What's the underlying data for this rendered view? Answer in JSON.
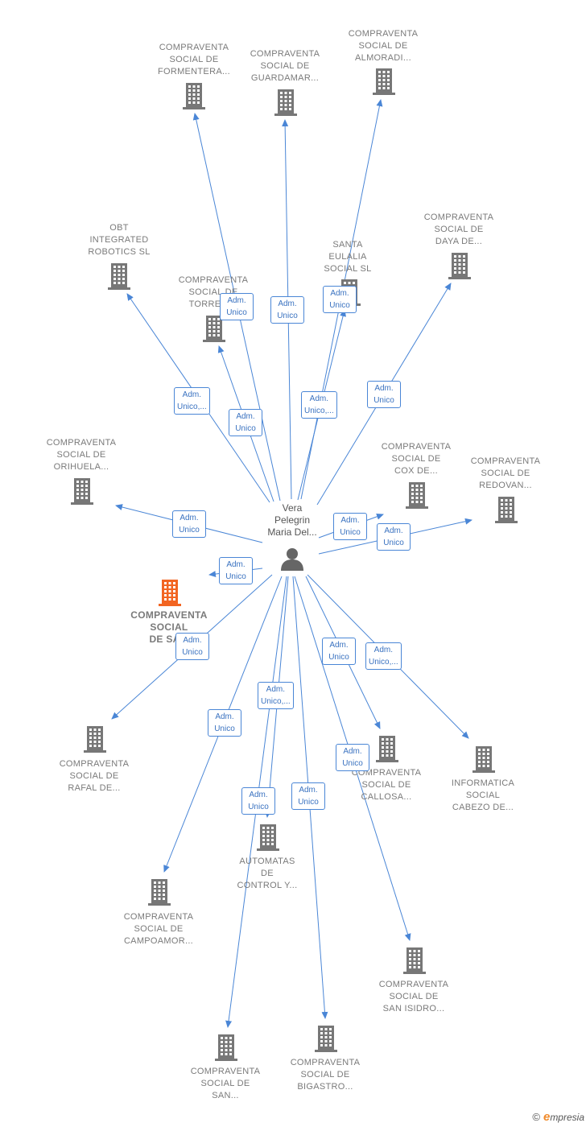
{
  "center": {
    "label": "Vera\nPelegrin\nMaria Del..."
  },
  "colors": {
    "edge": "#4a86d6",
    "building": "#777777",
    "highlight": "#f26522"
  },
  "nodes": [
    {
      "id": "formentera",
      "label": "COMPRAVENTA\nSOCIAL DE\nFORMENTERA..."
    },
    {
      "id": "guardamar",
      "label": "COMPRAVENTA\nSOCIAL DE\nGUARDAMAR..."
    },
    {
      "id": "almoradi",
      "label": "COMPRAVENTA\nSOCIAL DE\nALMORADI..."
    },
    {
      "id": "obt",
      "label": "OBT\nINTEGRATED\nROBOTICS  SL"
    },
    {
      "id": "torrevieja",
      "label": "COMPRAVENTA\nSOCIAL DE\nTORREVI..."
    },
    {
      "id": "santa",
      "label": "SANTA\nEULALIA\nSOCIAL  SL"
    },
    {
      "id": "daya",
      "label": "COMPRAVENTA\nSOCIAL DE\nDAYA DE..."
    },
    {
      "id": "orihuela",
      "label": "COMPRAVENTA\nSOCIAL DE\nORIHUELA..."
    },
    {
      "id": "cox",
      "label": "COMPRAVENTA\nSOCIAL DE\nCOX DE..."
    },
    {
      "id": "redovan",
      "label": "COMPRAVENTA\nSOCIAL DE\nREDOVAN..."
    },
    {
      "id": "highlight",
      "label": "COMPRAVENTA\nSOCIAL\nDE SA..."
    },
    {
      "id": "rafal",
      "label": "COMPRAVENTA\nSOCIAL DE\nRAFAL DE..."
    },
    {
      "id": "callosa",
      "label": "COMPRAVENTA\nSOCIAL DE\nCALLOSA..."
    },
    {
      "id": "informatica",
      "label": "INFORMATICA\nSOCIAL\nCABEZO DE..."
    },
    {
      "id": "automatas",
      "label": "AUTOMATAS\nDE\nCONTROL Y..."
    },
    {
      "id": "campoamor",
      "label": "COMPRAVENTA\nSOCIAL DE\nCAMPOAMOR..."
    },
    {
      "id": "sanisidro",
      "label": "COMPRAVENTA\nSOCIAL DE\nSAN ISIDRO..."
    },
    {
      "id": "san",
      "label": "COMPRAVENTA\nSOCIAL DE\nSAN..."
    },
    {
      "id": "bigastro",
      "label": "COMPRAVENTA\nSOCIAL DE\nBIGASTRO..."
    }
  ],
  "edges": [
    {
      "to": "formentera",
      "label": "Adm.\nUnico"
    },
    {
      "to": "guardamar",
      "label": "Adm.\nUnico"
    },
    {
      "to": "almoradi",
      "label": "Adm.\nUnico"
    },
    {
      "to": "obt",
      "label": "Adm.\nUnico,..."
    },
    {
      "to": "torrevieja",
      "label": "Adm.\nUnico"
    },
    {
      "to": "santa",
      "label": "Adm.\nUnico,..."
    },
    {
      "to": "daya",
      "label": "Adm.\nUnico"
    },
    {
      "to": "orihuela",
      "label": "Adm.\nUnico"
    },
    {
      "to": "cox",
      "label": "Adm.\nUnico"
    },
    {
      "to": "redovan",
      "label": "Adm.\nUnico"
    },
    {
      "to": "highlight",
      "label": "Adm.\nUnico"
    },
    {
      "to": "rafal",
      "label": "Adm.\nUnico"
    },
    {
      "to": "callosa",
      "label": "Adm.\nUnico"
    },
    {
      "to": "informatica",
      "label": "Adm.\nUnico,..."
    },
    {
      "to": "automatas",
      "label": "Adm.\nUnico"
    },
    {
      "to": "campoamor",
      "label": "Adm.\nUnico"
    },
    {
      "to": "sanisidro",
      "label": "Adm.\nUnico"
    },
    {
      "to": "san",
      "label": "Adm.\nUnico,..."
    },
    {
      "to": "bigastro",
      "label": "Adm.\nUnico"
    }
  ],
  "footer": {
    "copyright": "©",
    "brand_initial": "e",
    "brand_rest": "mpresia"
  }
}
